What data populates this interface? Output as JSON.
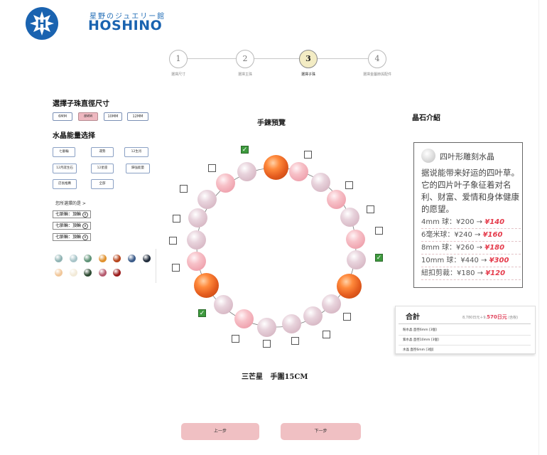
{
  "header": {
    "logo_jp": "星野のジュエリー館",
    "logo_en": "HOSHINO",
    "logo_letter": "H"
  },
  "stepper": {
    "steps": [
      {
        "num": "1",
        "label": "選擇尺寸"
      },
      {
        "num": "2",
        "label": "選擇主珠"
      },
      {
        "num": "3",
        "label": "選擇子珠"
      },
      {
        "num": "4",
        "label": "選擇金屬節與配件"
      }
    ],
    "active_index": 2
  },
  "left_panel": {
    "size_title": "選擇子珠直徑尺寸",
    "sizes": [
      "6MM",
      "8MM",
      "10MM",
      "12MM"
    ],
    "selected_size": "8MM",
    "energy_title": "水晶能量选择",
    "categories": [
      "七脈輪",
      "運勢",
      "12生肖",
      "12月誕生石",
      "12星座",
      "歸強能量",
      "店長推薦",
      "全部"
    ],
    "chosen_label": "您所選擇的是 >",
    "chosen_items": [
      "七脈輪：頂輪",
      "七脈輪：頂輪",
      "七脈輪：頂輪"
    ],
    "remove_glyph": "x",
    "stone_colors": [
      "#8fb3b3",
      "#a7c4c8",
      "#5e9276",
      "#e0902c",
      "#b6441c",
      "#3a5a88",
      "#1e2a3a",
      "#f1c79a",
      "#f2ead8",
      "#2d4a32",
      "#b55a6e",
      "#9a1a1a"
    ]
  },
  "preview": {
    "title": "手鍊預覽",
    "caption": "三芒星   手圍15CM"
  },
  "right_panel": {
    "title": "晶石介紹",
    "card_title": "四叶形雕刻水晶",
    "card_desc": "据说能带来好运的四叶草。它的四片叶子象征着对名利、财富、爱情和身体健康的愿望。",
    "prices": [
      {
        "label": "4mm 球：",
        "old": "¥200",
        "new": "¥140"
      },
      {
        "label": "6毫米球：",
        "old": "¥240",
        "new": "¥160"
      },
      {
        "label": "8mm 球：",
        "old": "¥260",
        "new": "¥180"
      },
      {
        "label": "10mm 球：",
        "old": "¥440",
        "new": "¥300"
      },
      {
        "label": "紐扣剪裁：",
        "old": "¥180",
        "new": "¥120"
      }
    ],
    "arrow": "→"
  },
  "total": {
    "title": "合計",
    "sum_prefix": "8,780日元＋9,",
    "sum_amount": "570日元",
    "sum_suffix": "(含稅)",
    "items": [
      "粉水晶 直徑6mm [3個]",
      "紫水晶 直徑10mm [3個]",
      "水晶 直徑6mm [3個]"
    ]
  },
  "nav": {
    "prev": "上一步",
    "next": "下一步"
  },
  "colors": {
    "brand_blue": "#1a63b0",
    "button_pink": "#f0c0c3",
    "price_red": "#e53b4b",
    "check_green": "#3e9a3e"
  }
}
